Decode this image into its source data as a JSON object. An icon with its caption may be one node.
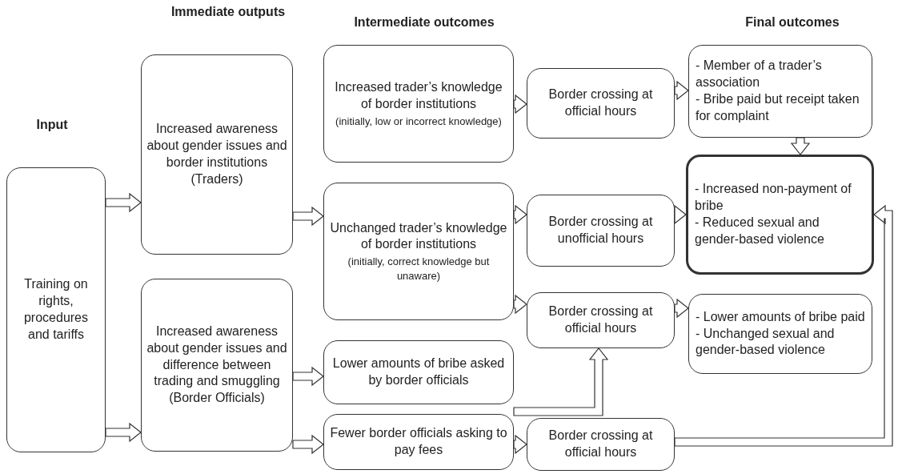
{
  "diagram": {
    "nodes": [
      {
        "text": [
          "Training on rights, procedures and tariffs"
        ]
      },
      {
        "text": [
          "Increased awareness about gender issues and border institutions (Traders)"
        ]
      },
      {
        "text": [
          "Increased trader’s knowledge of border institutions",
          "(initially, low or incorrect knowledge)"
        ]
      },
      {
        "text": [
          "Border crossing at official hours"
        ]
      },
      {
        "text": [
          "- Member of a trader’s association",
          "- Bribe paid but receipt taken for complaint"
        ]
      },
      {
        "text": [
          "- Increased non-payment of bribe",
          "- Reduced sexual and gender-based violence"
        ]
      },
      {
        "text": [
          "Unchanged trader’s knowledge of border institutions",
          "(initially, correct knowledge but unaware)"
        ]
      },
      {
        "text": [
          "Border crossing at unofficial hours"
        ]
      },
      {
        "text": [
          "Increased awareness about gender issues and difference between trading and smuggling (Border Officials)"
        ]
      },
      {
        "text": [
          "Border crossing at official hours"
        ]
      },
      {
        "text": [
          "- Lower amounts of bribe paid",
          "- Unchanged sexual and gender-based violence"
        ]
      },
      {
        "text": [
          "Lower amounts of bribe asked by border officials"
        ]
      },
      {
        "text": [
          "Fewer border officials asking to pay fees"
        ]
      },
      {
        "text": [
          "Border crossing at official hours"
        ]
      }
    ],
    "edges": [
      {
        "from": 0,
        "to": 1,
        "arrow": "to"
      },
      {
        "from": 0,
        "to": 8,
        "arrow": "to"
      },
      {
        "from": 1,
        "to": 6,
        "arrow": "to"
      },
      {
        "from": 2,
        "to": 3,
        "arrow": "to"
      },
      {
        "from": 3,
        "to": 4,
        "arrow": "to"
      },
      {
        "from": 4,
        "to": 5,
        "arrow": "to"
      },
      {
        "from": 6,
        "to": 7,
        "arrow": "to"
      },
      {
        "from": 7,
        "to": 5,
        "arrow": "to"
      },
      {
        "from": 6,
        "to": 9,
        "arrow": "to"
      },
      {
        "from": 9,
        "to": 10,
        "arrow": "to"
      },
      {
        "from": 8,
        "to": 11,
        "arrow": "to"
      },
      {
        "from": 8,
        "to": 12,
        "arrow": "to"
      },
      {
        "from": 11,
        "to": 9,
        "arrow": "to"
      },
      {
        "from": 12,
        "to": 13,
        "arrow": "to"
      },
      {
        "from": 13,
        "to": 5,
        "arrow": "to"
      }
    ],
    "labels": [
      "Immediate outputs",
      "Intermediate outcomes",
      "Final outcomes",
      "Input"
    ]
  }
}
